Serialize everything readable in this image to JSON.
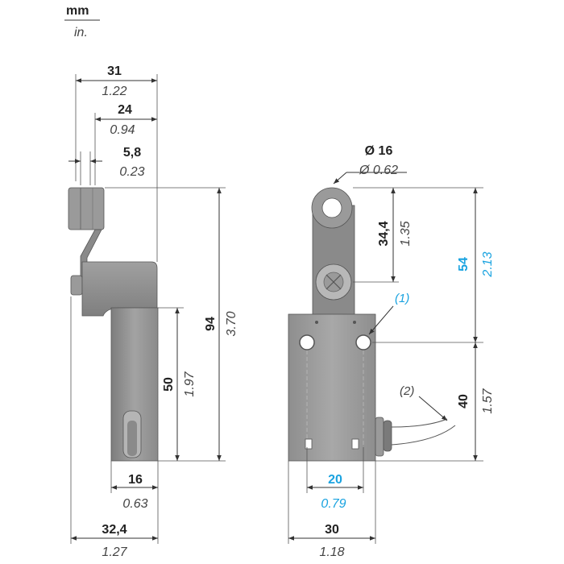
{
  "units": {
    "primary": "mm",
    "secondary": "in."
  },
  "side_view": {
    "overall_width": {
      "mm": "31",
      "in": "1.22"
    },
    "lever_offset": {
      "mm": "24",
      "in": "0.94"
    },
    "roller_width": {
      "mm": "5,8",
      "in": "0.23"
    },
    "body_height": {
      "mm": "50",
      "in": "1.97"
    },
    "overall_height": {
      "mm": "94",
      "in": "3.70"
    },
    "body_depth": {
      "mm": "16",
      "in": "0.63"
    },
    "base_width": {
      "mm": "32,4",
      "in": "1.27"
    }
  },
  "front_view": {
    "roller_diameter": {
      "mm": "Ø 16",
      "in": "Ø 0.62"
    },
    "roller_to_pivot": {
      "mm": "34,4",
      "in": "1.35"
    },
    "actuation_height": {
      "mm": "54",
      "in": "2.13"
    },
    "body_height": {
      "mm": "40",
      "in": "1.57"
    },
    "hole_spacing": {
      "mm": "20",
      "in": "0.79"
    },
    "body_width": {
      "mm": "30",
      "in": "1.18"
    },
    "callout_1": "(1)",
    "callout_2": "(2)"
  },
  "colors": {
    "highlight": "#1aa3e0",
    "body": "#9a9a9a",
    "dark": "#5a5a5a"
  }
}
